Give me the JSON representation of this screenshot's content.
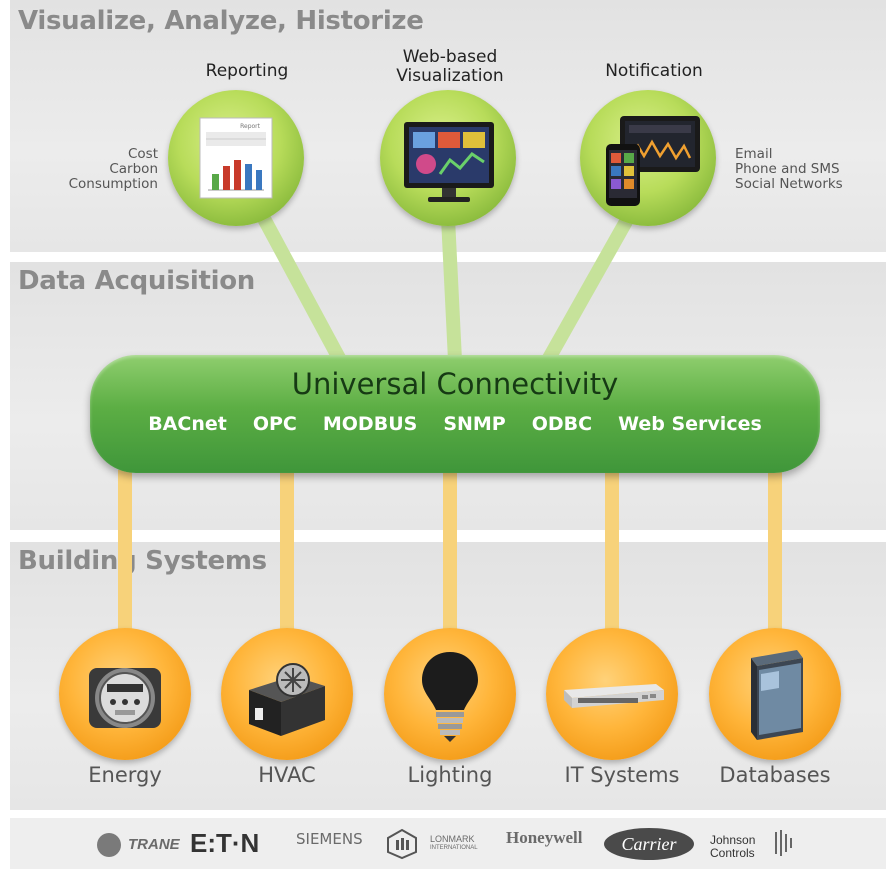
{
  "sections": {
    "top": {
      "title": "Visualize, Analyze, Historize"
    },
    "middle": {
      "title": "Data Acquisition"
    },
    "bottom": {
      "title": "Building Systems"
    }
  },
  "outputs": [
    {
      "label": "Reporting",
      "icon": "report-chart-icon"
    },
    {
      "label_line1": "Web-based",
      "label_line2": "Visualization",
      "icon": "monitor-dashboard-icon"
    },
    {
      "label": "Notification",
      "icon": "tablet-phone-icon"
    }
  ],
  "reporting_notes": [
    "Cost",
    "Carbon",
    "Consumption"
  ],
  "notification_notes": [
    "Email",
    "Phone and SMS",
    "Social Networks"
  ],
  "report_thumbnail_title": "Report",
  "hub": {
    "title": "Universal Connectivity",
    "protocols": [
      "BACnet",
      "OPC",
      "MODBUS",
      "SNMP",
      "ODBC",
      "Web Services"
    ]
  },
  "systems": [
    {
      "label": "Energy",
      "icon": "energy-meter-icon"
    },
    {
      "label": "HVAC",
      "icon": "hvac-unit-icon"
    },
    {
      "label": "Lighting",
      "icon": "light-bulb-icon"
    },
    {
      "label": "IT Systems",
      "icon": "network-switch-icon"
    },
    {
      "label": "Databases",
      "icon": "server-icon"
    }
  ],
  "logos": {
    "trane": "TRANE",
    "eaton": "E:T·N",
    "siemens": "SIEMENS",
    "lonmark_line1": "LONMARK",
    "lonmark_line2": "INTERNATIONAL",
    "honeywell": "Honeywell",
    "carrier": "Carrier",
    "johnson_line1": "Johnson",
    "johnson_line2": "Controls"
  },
  "colors": {
    "green_hub": "#5cae44",
    "green_circle": "#b8dc5a",
    "orange_circle": "#ffb53a",
    "green_connector": "#c6e29a",
    "orange_connector": "#f7d27a"
  }
}
